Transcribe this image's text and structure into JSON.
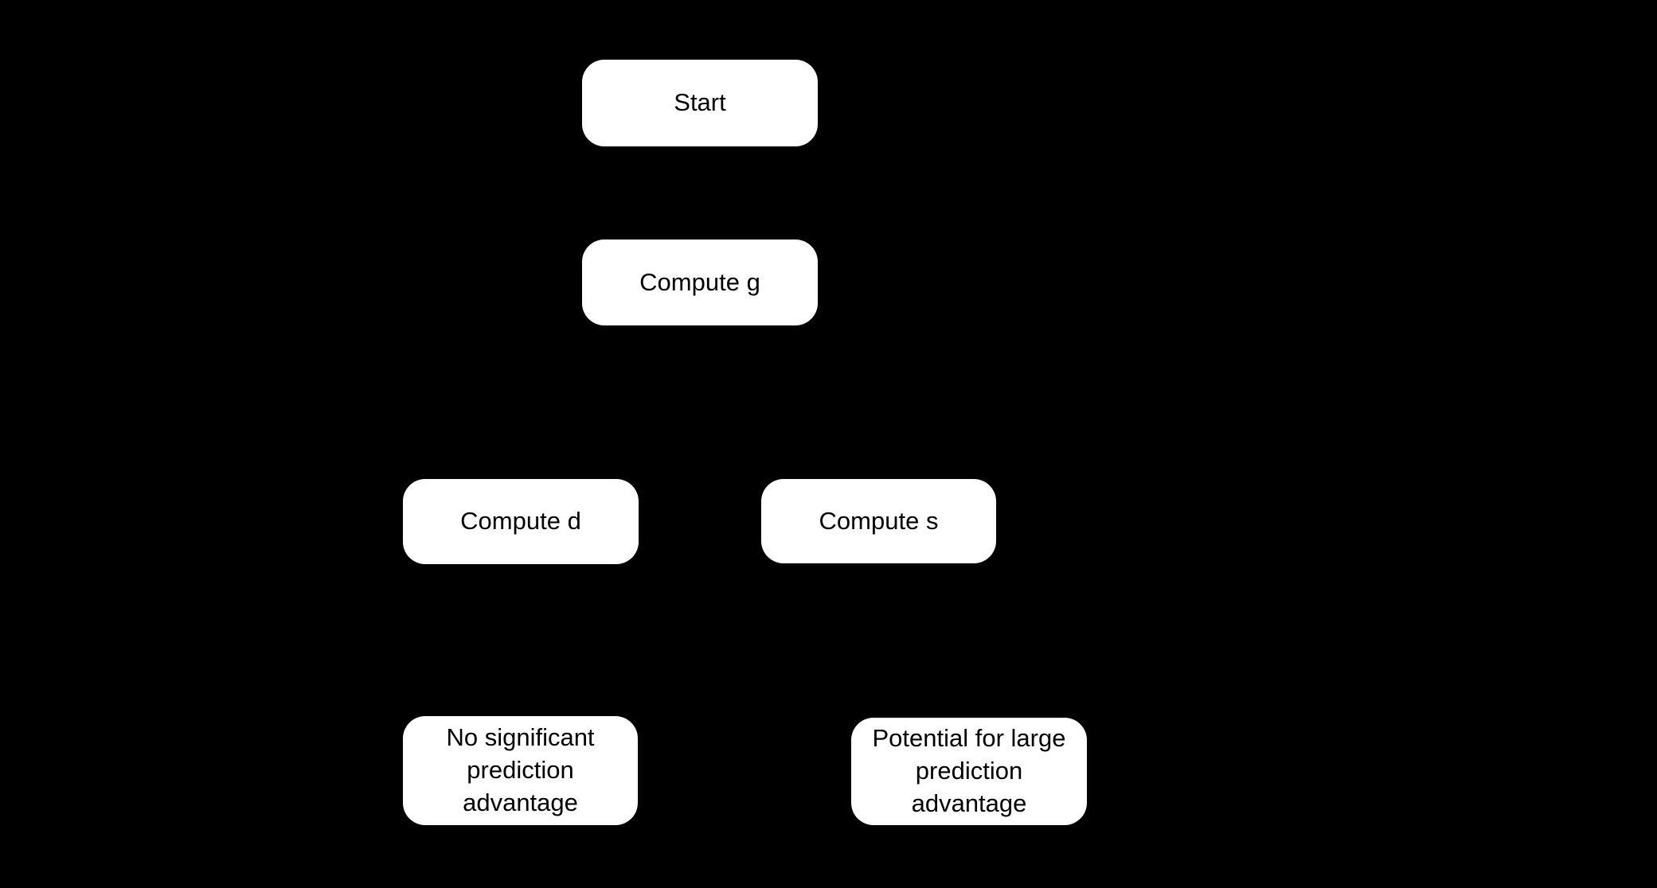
{
  "canvas": {
    "background_color": "#000000",
    "node_fill_color": "#ffffff",
    "node_text_color": "#000000"
  },
  "diagram": {
    "type": "flowchart",
    "nodes": [
      {
        "id": "start",
        "label": "Start"
      },
      {
        "id": "compute-g",
        "label": "Compute g"
      },
      {
        "id": "compute-d",
        "label": "Compute d"
      },
      {
        "id": "compute-s",
        "label": "Compute s"
      },
      {
        "id": "no-significant-advantage",
        "label": "No significant prediction advantage"
      },
      {
        "id": "potential-large-advantage",
        "label": "Potential for large prediction advantage"
      }
    ]
  }
}
